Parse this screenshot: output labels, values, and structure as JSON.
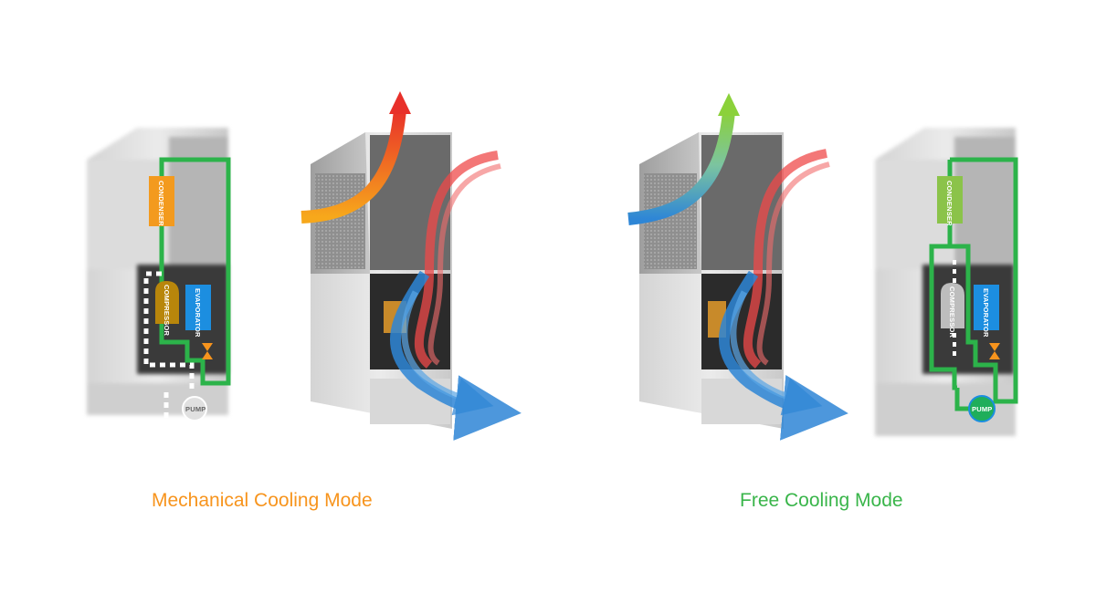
{
  "colors": {
    "mechanical": "#f7941d",
    "free": "#39b54a",
    "pipe": "#2cb34a",
    "hot_air": "#e8302a",
    "warm_air": "#f7a81b",
    "cool_air": "#2e86d6",
    "evaporator": "#1c8ee0",
    "condenser_mech": "#f39a1e",
    "condenser_free": "#8bc34a",
    "compressor_mech": "#b8860b",
    "compressor_free": "#bdbdbd",
    "pump_free": "#1fae5b",
    "valve": "#f7941d"
  },
  "mechanical": {
    "caption": "Mechanical Cooling Mode",
    "condenser_label": "CONDENSER",
    "compressor_label": "COMPRESSOR",
    "evaporator_label": "EVAPORATOR",
    "pump_label": "PUMP"
  },
  "free": {
    "caption": "Free Cooling Mode",
    "condenser_label": "CONDENSER",
    "compressor_label": "COMPRESSOR",
    "evaporator_label": "EVAPORATOR",
    "pump_label": "PUMP"
  },
  "icons": [
    "valve-icon",
    "pump-icon",
    "airflow-arrow-icon"
  ]
}
